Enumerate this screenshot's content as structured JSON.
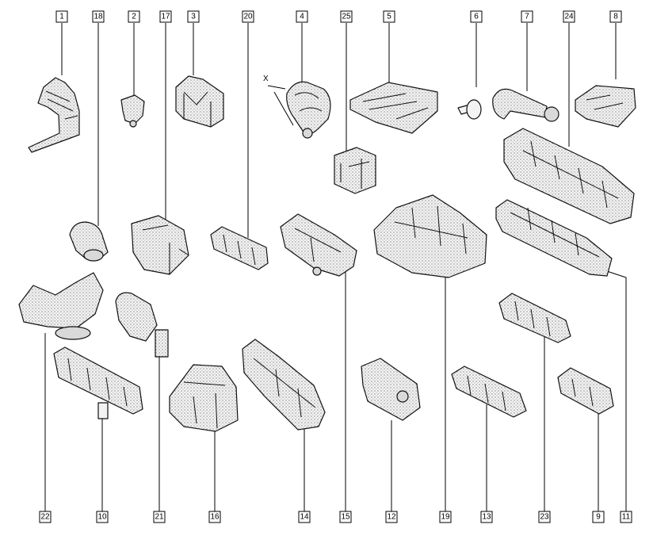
{
  "diagram": {
    "top_labels": [
      "1",
      "18",
      "2",
      "17",
      "3",
      "20",
      "4",
      "25",
      "5",
      "6",
      "7",
      "24",
      "8"
    ],
    "bottom_labels": [
      "22",
      "10",
      "21",
      "16",
      "14",
      "15",
      "12",
      "19",
      "13",
      "23",
      "9",
      "11"
    ],
    "axis_letter": "X"
  }
}
